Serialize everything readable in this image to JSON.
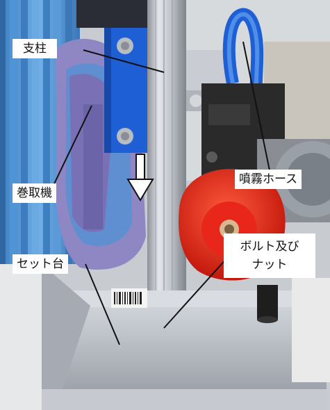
{
  "labels": {
    "pillar": "支柱",
    "spray_hose": "噴霧ホース",
    "reel": "巻取機",
    "bolt_nut_line1": "ボルト及び",
    "bolt_nut_line2": "ナット",
    "set_base": "セット台"
  },
  "colors": {
    "hose_blue": "#5b9bd5",
    "reel_purple": "#8f86c4",
    "bracket_blue": "#1f5fd6",
    "cap_red": "#e8271a",
    "aluminum": "#c9ccd2",
    "base_gray": "#b7bcc4",
    "pump_black": "#2a2a2a"
  },
  "icons": [
    "down-arrow-icon"
  ]
}
